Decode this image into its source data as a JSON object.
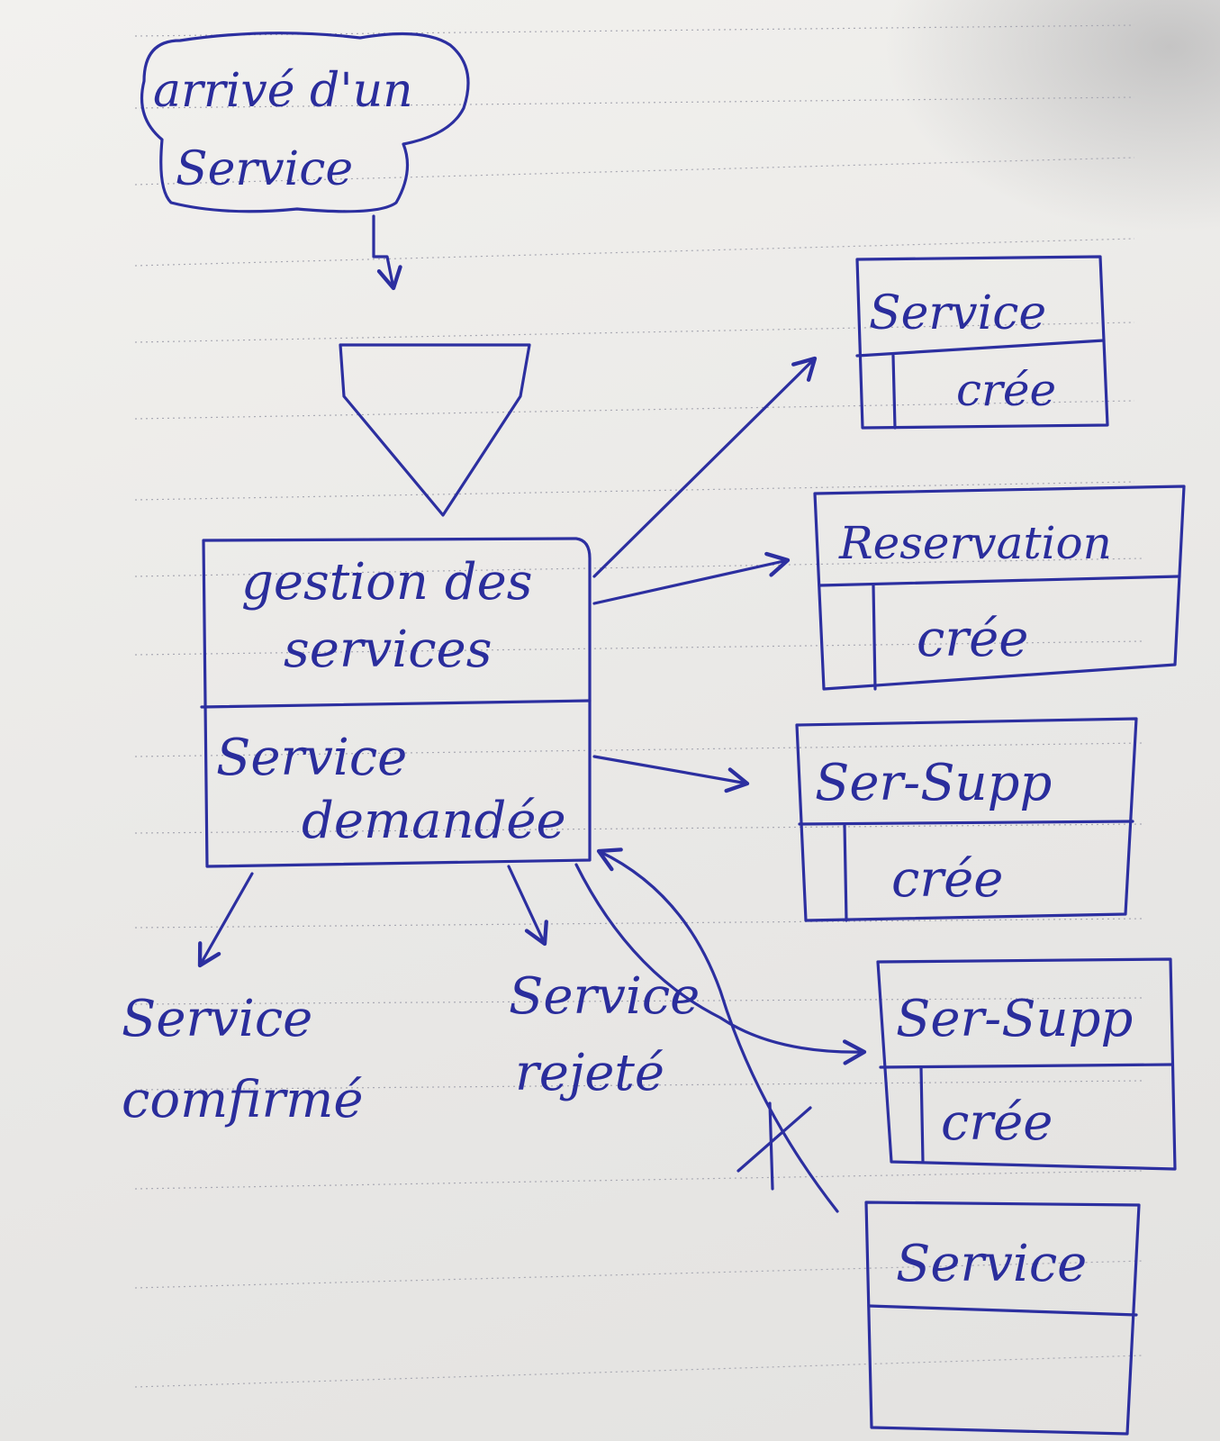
{
  "nodes": {
    "arrival": {
      "line1": "arrivé d'un",
      "line2": "Service"
    },
    "process": {
      "title_line1": "gestion des",
      "title_line2": "services",
      "state_line1": "Service",
      "state_line2": "demandée"
    },
    "result_confirmed": {
      "line1": "Service",
      "line2": "comfirmé"
    },
    "result_rejected": {
      "line1": "Service",
      "line2": "rejeté"
    },
    "obj_service": {
      "name": "Service",
      "state": "crée"
    },
    "obj_reservation": {
      "name": "Reservation",
      "state": "crée"
    },
    "obj_sersupp_1": {
      "name": "Ser-Supp",
      "state": "crée"
    },
    "obj_sersupp_2": {
      "name": "Ser-Supp",
      "state": "crée"
    },
    "obj_service_bottom": {
      "name": "Service",
      "state": ""
    }
  },
  "colors": {
    "ink": "#2c2fa0",
    "paper": "#ecebe9",
    "rule": "#a9a9b3"
  }
}
